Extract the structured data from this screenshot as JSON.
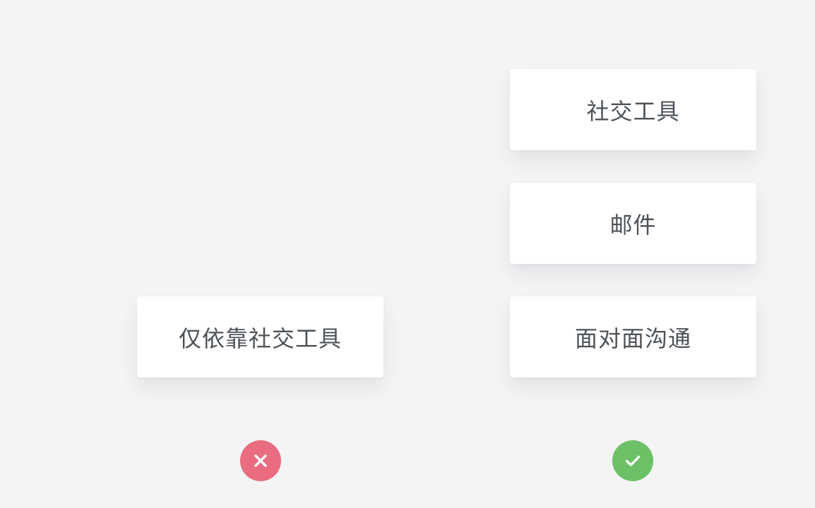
{
  "left_option": {
    "label": "仅依靠社交工具",
    "verdict_icon": "cross-icon",
    "verdict_color": "#ea6c80"
  },
  "right_options": {
    "items": [
      {
        "label": "社交工具"
      },
      {
        "label": "邮件"
      },
      {
        "label": "面对面沟通"
      }
    ],
    "verdict_icon": "check-icon",
    "verdict_color": "#6cc166"
  },
  "colors": {
    "background": "#f4f4f5",
    "card": "#ffffff",
    "text": "#4d5259"
  }
}
